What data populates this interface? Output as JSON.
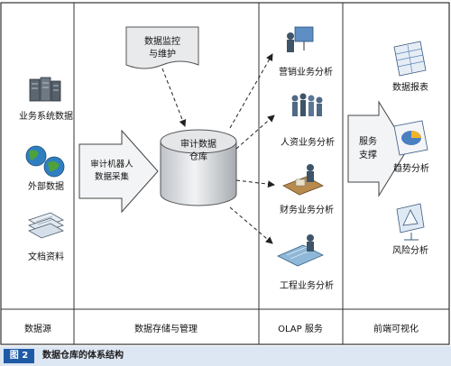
{
  "top_box": {
    "line1": "数据监控",
    "line2": "与维护"
  },
  "sources": [
    {
      "label": "业务系统数据",
      "icon": "server-rack-icon"
    },
    {
      "label": "外部数据",
      "icon": "globe-icon"
    },
    {
      "label": "文档资料",
      "icon": "documents-stack-icon"
    }
  ],
  "collect_arrow": {
    "line1": "审计机器人",
    "line2": "数据采集"
  },
  "warehouse": {
    "line1": "审计数据",
    "line2": "仓库"
  },
  "olap": [
    {
      "label": "营销业务分析",
      "icon": "presenter-icon"
    },
    {
      "label": "人资业务分析",
      "icon": "people-group-icon"
    },
    {
      "label": "财务业务分析",
      "icon": "accountant-icon"
    },
    {
      "label": "工程业务分析",
      "icon": "engineer-icon"
    }
  ],
  "service_arrow": {
    "line1": "服务",
    "line2": "支撑"
  },
  "frontend": [
    {
      "label": "数据报表",
      "icon": "spreadsheet-icon"
    },
    {
      "label": "趋势分析",
      "icon": "pie-chart-icon"
    },
    {
      "label": "风险分析",
      "icon": "warning-board-icon"
    }
  ],
  "footer": [
    "数据源",
    "数据存储与管理",
    "OLAP 服务",
    "前端可视化"
  ],
  "caption": {
    "number": "图 2",
    "title": "数据仓库的体系结构"
  },
  "colors": {
    "accent": "#1f5aa6",
    "caption_bg": "#dde6f3",
    "border": "#333333"
  }
}
